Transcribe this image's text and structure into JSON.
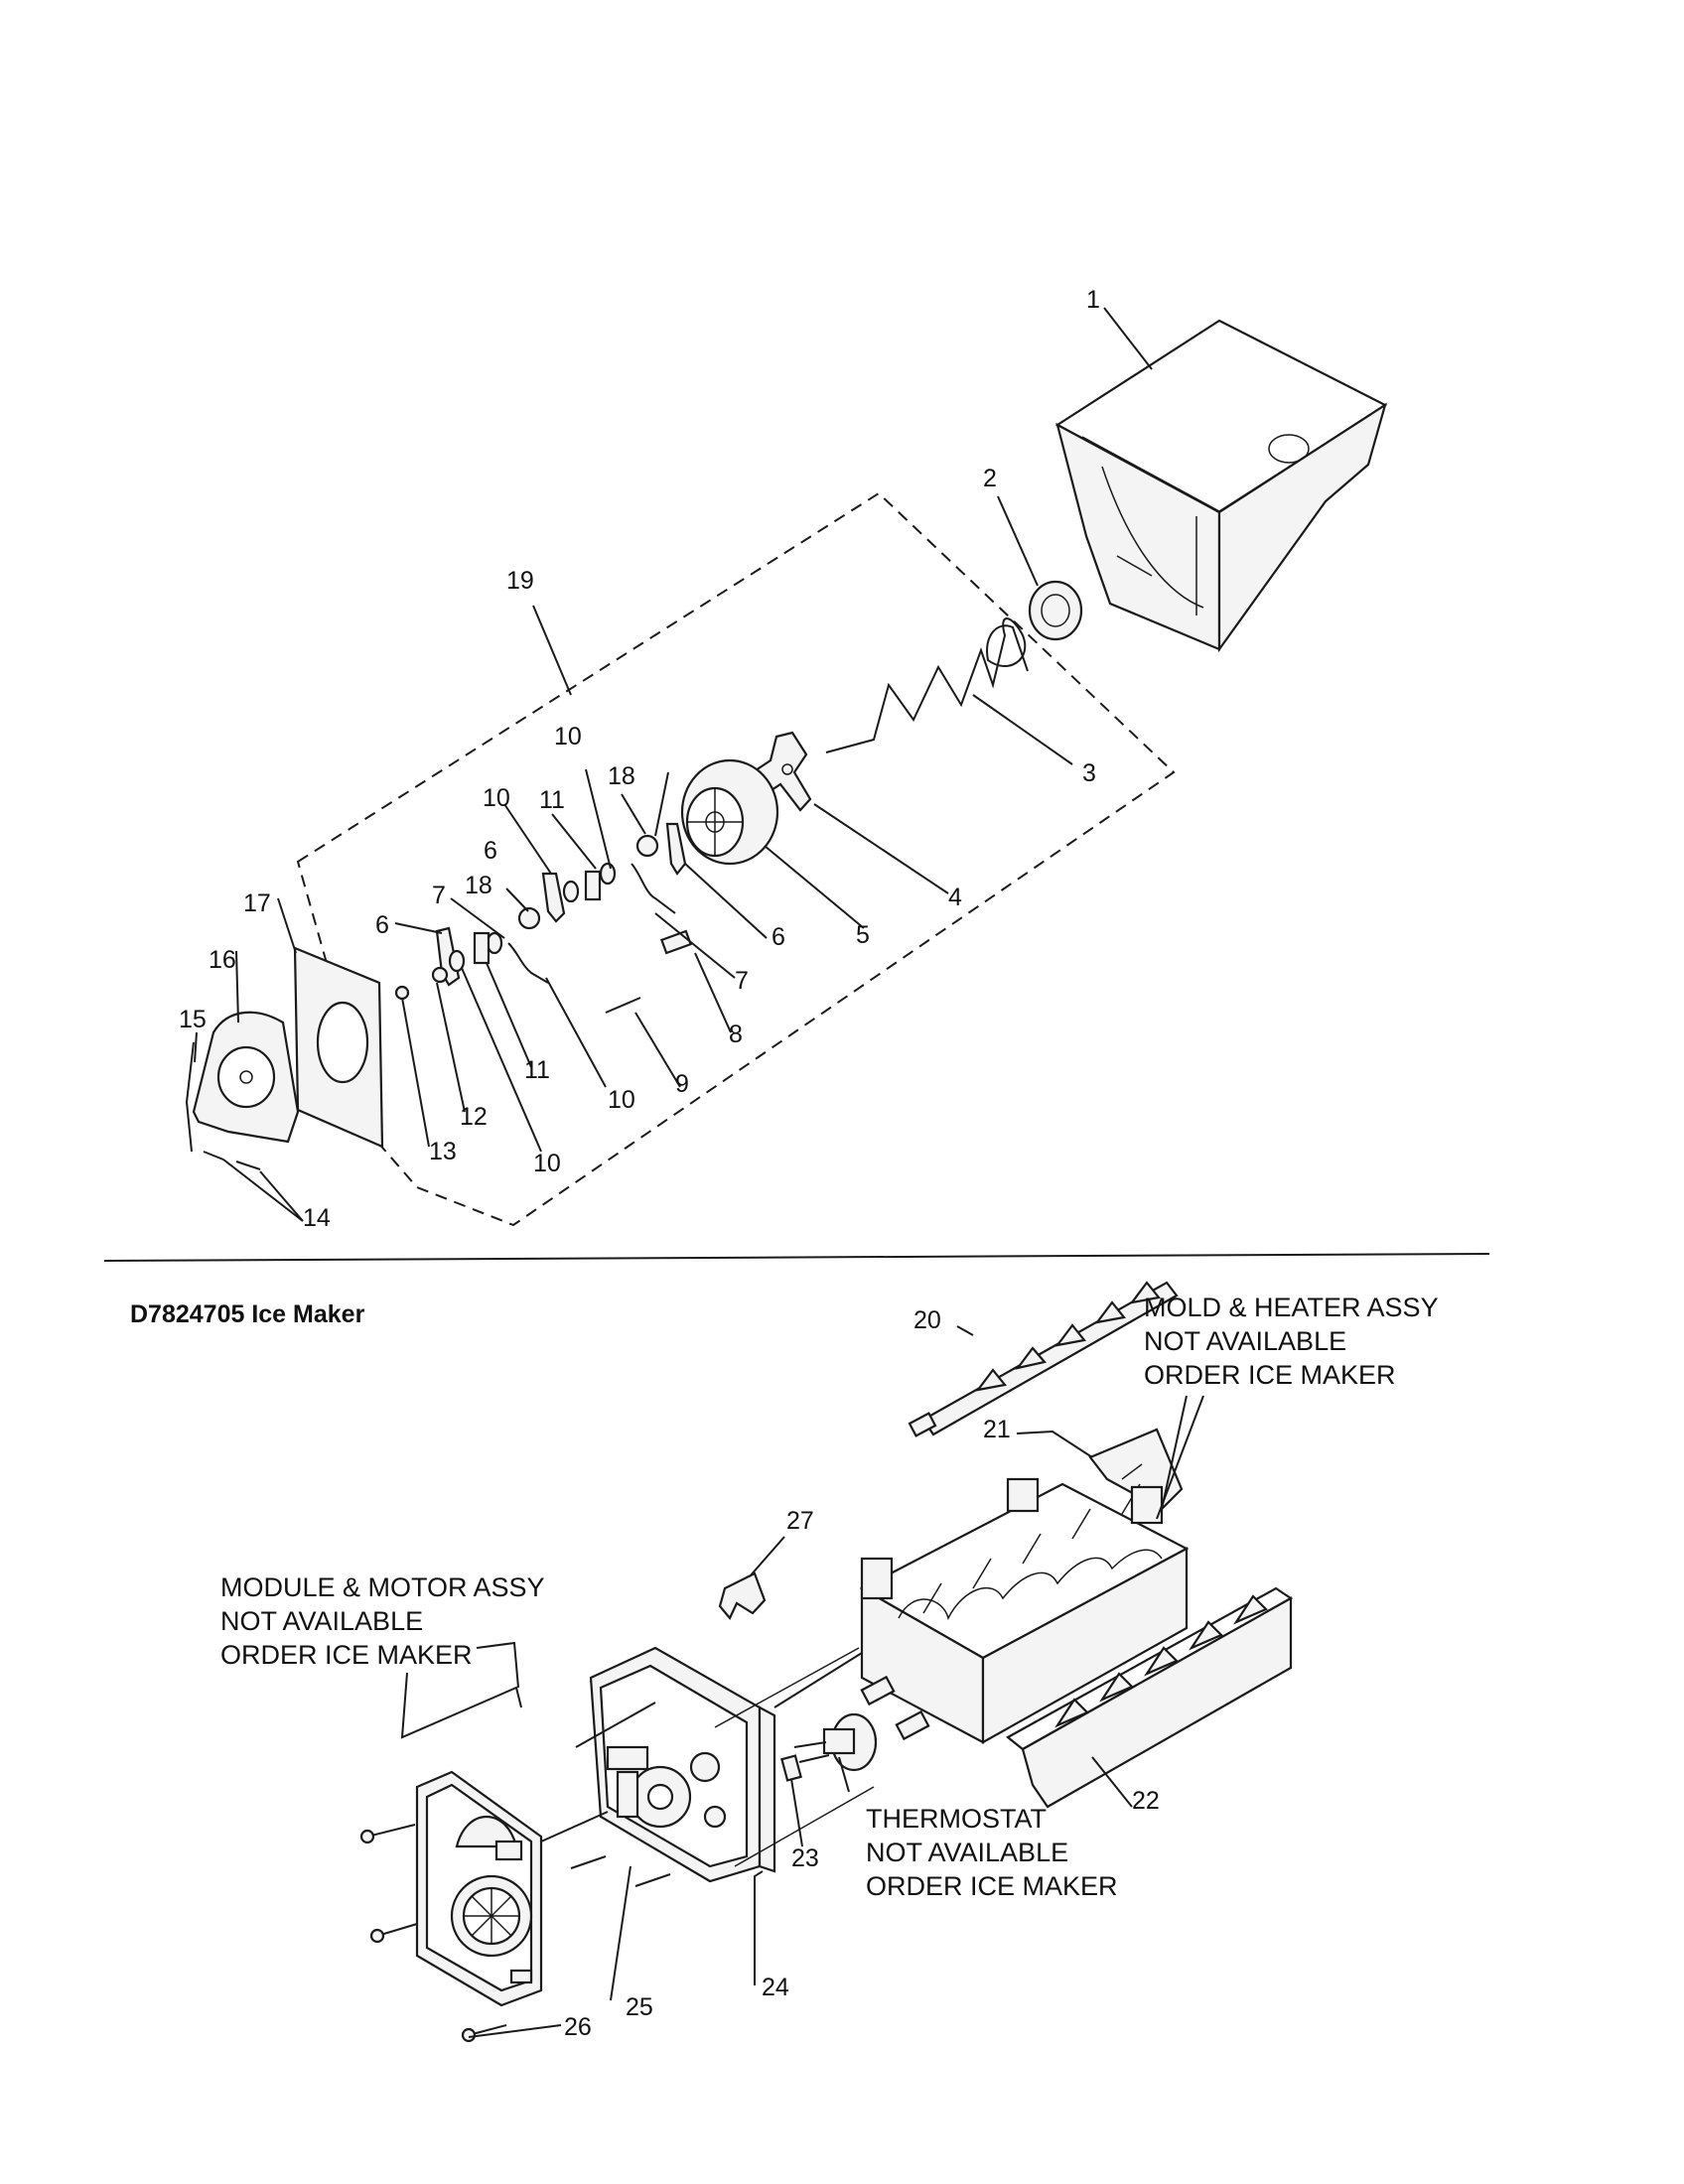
{
  "title": "D7824705 Ice Maker",
  "callouts": [
    "1",
    "2",
    "3",
    "4",
    "5",
    "6",
    "7",
    "8",
    "9",
    "10",
    "11",
    "12",
    "13",
    "14",
    "15",
    "16",
    "17",
    "18",
    "19",
    "20",
    "21",
    "22",
    "23",
    "24",
    "25",
    "26",
    "27"
  ],
  "upper_labels": {
    "l1": "1",
    "l2": "2",
    "l3": "3",
    "l4": "4",
    "l5": "5",
    "l6a": "6",
    "l6b": "6",
    "l6c": "6",
    "l7a": "7",
    "l7b": "7",
    "l8": "8",
    "l9": "9",
    "l10a": "10",
    "l10b": "10",
    "l10c": "10",
    "l10d": "10",
    "l11a": "11",
    "l11b": "11",
    "l12": "12",
    "l13": "13",
    "l14": "14",
    "l15": "15",
    "l16": "16",
    "l17": "17",
    "l18a": "18",
    "l18b": "18",
    "l19": "19"
  },
  "lower_labels": {
    "l20": "20",
    "l21": "21",
    "l22": "22",
    "l23": "23",
    "l24": "24",
    "l25": "25",
    "l26": "26",
    "l27": "27"
  },
  "notes": {
    "mold": [
      "MOLD & HEATER ASSY",
      "NOT AVAILABLE",
      "ORDER ICE MAKER"
    ],
    "module": [
      "MODULE & MOTOR ASSY",
      "NOT AVAILABLE",
      "ORDER ICE MAKER"
    ],
    "thermostat": [
      "THERMOSTAT",
      "NOT AVAILABLE",
      "ORDER ICE MAKER"
    ]
  }
}
